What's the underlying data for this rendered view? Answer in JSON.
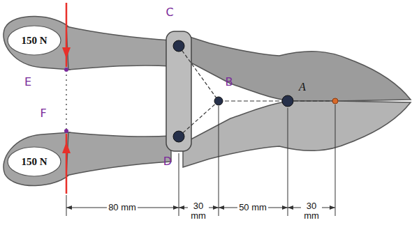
{
  "diagram": {
    "labels": [
      "C",
      "150 N",
      "E",
      "B",
      "A",
      "F",
      "150 N",
      "D",
      "80 mm",
      "30 mm",
      "50 mm",
      "30 mm"
    ]
  }
}
